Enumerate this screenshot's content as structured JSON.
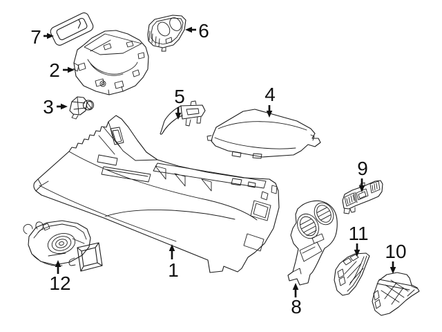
{
  "diagram": {
    "colors": {
      "background": "#ffffff",
      "line": "#1a1a1a",
      "label": "#111111"
    },
    "callouts": [
      {
        "number": "1"
      },
      {
        "number": "2"
      },
      {
        "number": "3"
      },
      {
        "number": "4"
      },
      {
        "number": "5"
      },
      {
        "number": "6"
      },
      {
        "number": "7"
      },
      {
        "number": "8"
      },
      {
        "number": "9"
      },
      {
        "number": "10"
      },
      {
        "number": "11"
      },
      {
        "number": "12"
      }
    ]
  }
}
